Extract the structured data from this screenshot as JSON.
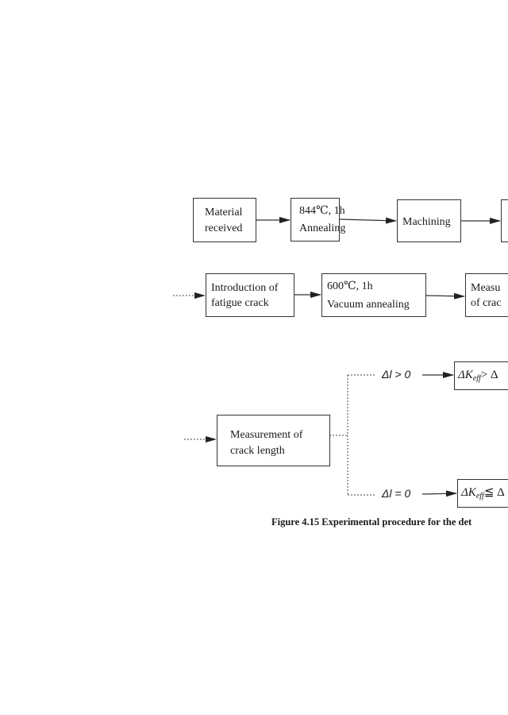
{
  "diagram": {
    "row1": {
      "material_received": [
        "Material",
        "received"
      ],
      "annealing_1": [
        "844℃, 1h",
        "Annealing"
      ],
      "machining": "Machining"
    },
    "row2": {
      "fatigue_crack": [
        "Introduction of",
        "fatigue crack"
      ],
      "vacuum_annealing": [
        "600℃, 1h",
        "Vacuum annealing"
      ],
      "measurement_partial": [
        "Measu",
        "of crac"
      ]
    },
    "row3": {
      "measurement_crack_length": [
        "Measurement of",
        "crack length"
      ],
      "branch_up_condition": "Δl > 0",
      "branch_down_condition": "Δl = 0",
      "result_up": {
        "prefix": "ΔK",
        "sub": "eff",
        "suffix": "> Δ"
      },
      "result_down": {
        "prefix": "ΔK",
        "sub": "eff",
        "suffix": "≦ Δ"
      }
    },
    "caption": "Figure 4.15  Experimental procedure for the det"
  }
}
